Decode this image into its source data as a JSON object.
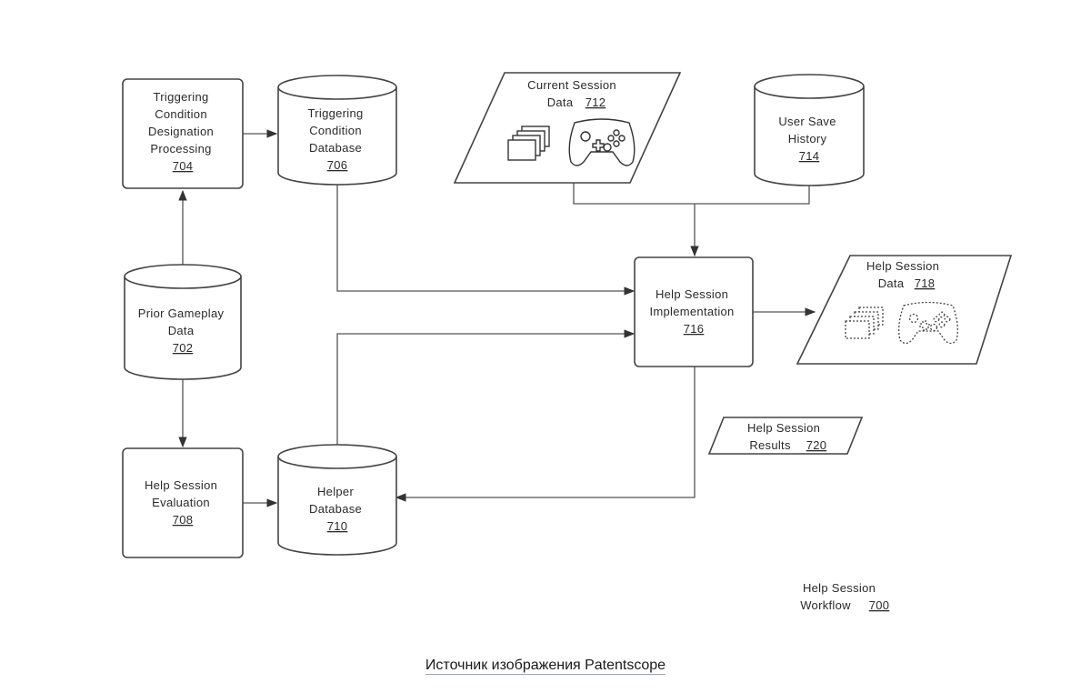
{
  "nodes": {
    "n704": {
      "lines": [
        "Triggering",
        "Condition",
        "Designation",
        "Processing"
      ],
      "number": "704"
    },
    "n706": {
      "lines": [
        "Triggering",
        "Condition",
        "Database"
      ],
      "number": "706"
    },
    "n712": {
      "lines": [
        "Current Session",
        "Data"
      ],
      "number": "712"
    },
    "n714": {
      "lines": [
        "User Save",
        "History"
      ],
      "number": "714"
    },
    "n702": {
      "lines": [
        "Prior Gameplay",
        "Data"
      ],
      "number": "702"
    },
    "n716": {
      "lines": [
        "Help Session",
        "Implementation"
      ],
      "number": "716"
    },
    "n718": {
      "lines": [
        "Help Session",
        "Data"
      ],
      "number": "718"
    },
    "n720": {
      "lines": [
        "Help Session",
        "Results"
      ],
      "number": "720"
    },
    "n708": {
      "lines": [
        "Help Session",
        "Evaluation"
      ],
      "number": "708"
    },
    "n710": {
      "lines": [
        "Helper",
        "Database"
      ],
      "number": "710"
    }
  },
  "workflow": {
    "lines": [
      "Help Session",
      "Workflow"
    ],
    "number": "700"
  },
  "caption": "Источник изображения Patentscope",
  "icons": [
    "document-stack-icon",
    "gamepad-icon"
  ]
}
